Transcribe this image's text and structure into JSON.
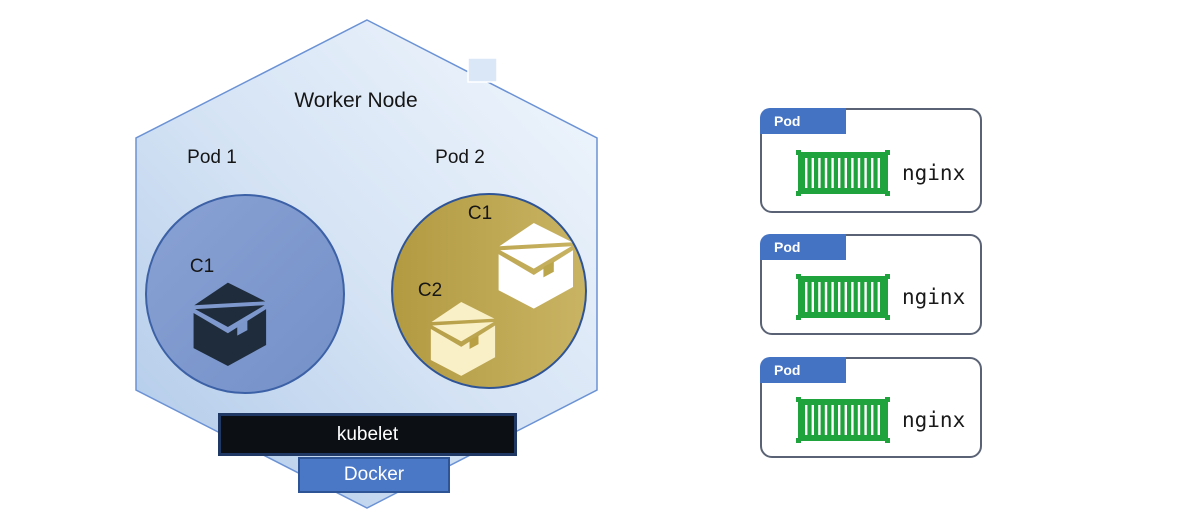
{
  "worker_node": {
    "label": "Worker Node",
    "pod1": {
      "label": "Pod 1",
      "c1": "C1"
    },
    "pod2": {
      "label": "Pod 2",
      "c1": "C1",
      "c2": "C2"
    },
    "kubelet": "kubelet",
    "docker": "Docker"
  },
  "pod_cards": [
    {
      "tab": "Pod",
      "container": "nginx"
    },
    {
      "tab": "Pod",
      "container": "nginx"
    },
    {
      "tab": "Pod",
      "container": "nginx"
    }
  ],
  "icons": {
    "box_dark": "package-box-icon",
    "box_white": "package-box-icon",
    "box_cream": "package-box-icon",
    "container": "shipping-container-icon"
  },
  "colors": {
    "accent_blue": "#4573C4",
    "navy_border": "#1F3864",
    "hexagon_fill_light": "#F0F6FD",
    "hexagon_fill_dark": "#AEC8E8",
    "hexagon_border": "#6B92D4",
    "pod1_circle": "#7B97CC",
    "pod1_circle_border": "#3C61A6",
    "pod2_circle": "#BFA74E",
    "pod2_circle_border": "#2F5496",
    "dark_box": "#1E2C3C",
    "cream_box": "#FAF0C8",
    "container_green": "#1FA33C",
    "kubelet_bg": "#0C0F14",
    "docker_bg": "#4A78C7",
    "card_border": "#5A6375"
  }
}
